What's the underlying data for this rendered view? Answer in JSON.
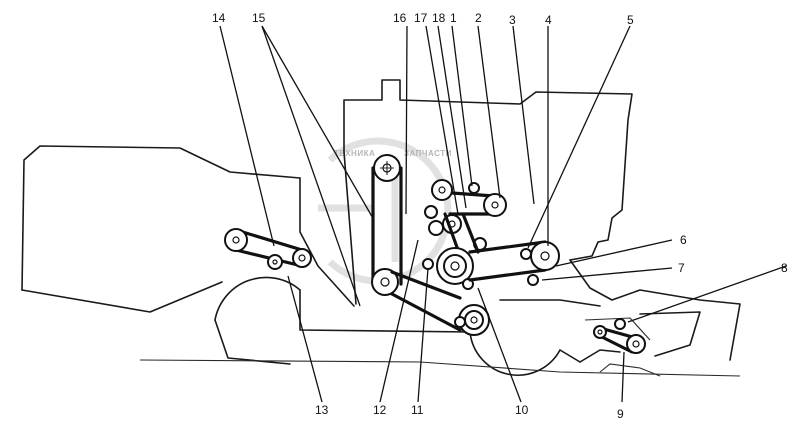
{
  "callouts": [
    {
      "id": "14",
      "label": "14"
    },
    {
      "id": "15",
      "label": "15"
    },
    {
      "id": "16",
      "label": "16"
    },
    {
      "id": "17",
      "label": "17"
    },
    {
      "id": "18",
      "label": "18"
    },
    {
      "id": "1",
      "label": "1"
    },
    {
      "id": "2",
      "label": "2"
    },
    {
      "id": "3",
      "label": "3"
    },
    {
      "id": "4",
      "label": "4"
    },
    {
      "id": "5",
      "label": "5"
    },
    {
      "id": "6",
      "label": "6"
    },
    {
      "id": "7",
      "label": "7"
    },
    {
      "id": "8",
      "label": "8"
    },
    {
      "id": "9",
      "label": "9"
    },
    {
      "id": "10",
      "label": "10"
    },
    {
      "id": "11",
      "label": "11"
    },
    {
      "id": "12",
      "label": "12"
    },
    {
      "id": "13",
      "label": "13"
    }
  ],
  "watermark": {
    "brand_left": "ТЕХНИКА",
    "brand_right": "ЗАПЧАСТИ",
    "logo_letters": "ЗЕ"
  },
  "colors": {
    "line": "#111111",
    "watermark": "#c9c9c9",
    "background": "#ffffff"
  }
}
